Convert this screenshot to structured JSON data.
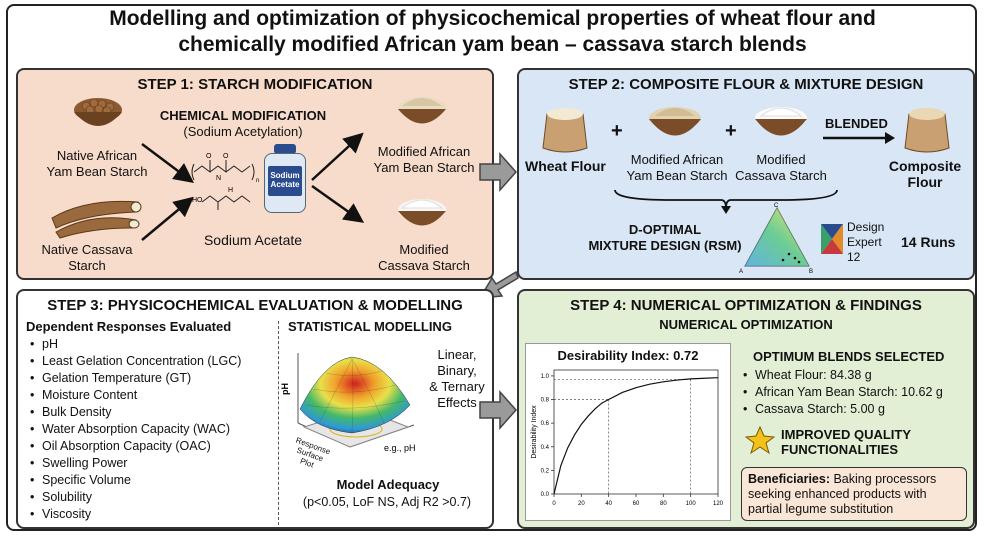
{
  "title": {
    "line1": "Modelling and optimization of physicochemical properties of wheat flour and",
    "line2": "chemically modified African yam bean – cassava starch blends"
  },
  "step1": {
    "title": "STEP 1: STARCH MODIFICATION",
    "chem_title": "CHEMICAL MODIFICATION",
    "chem_sub": "(Sodium Acetylation)",
    "native_ayb": "Native African\nYam Bean Starch",
    "native_cassava": "Native Cassava\nStarch",
    "reagent": "Sodium Acetate",
    "bottle_label": "Sodium\nAcetate",
    "mod_ayb": "Modified African\nYam Bean Starch",
    "mod_cassava": "Modified\nCassava Starch"
  },
  "step2": {
    "title": "STEP 2: COMPOSITE FLOUR & MIXTURE DESIGN",
    "wheat": "Wheat Flour",
    "plus": "+",
    "mod_ayb": "Modified African\nYam Bean Starch",
    "mod_cassava": "Modified\nCassava Starch",
    "blended": "BLENDED",
    "composite": "Composite\nFlour",
    "design": "D-OPTIMAL\nMIXTURE DESIGN (RSM)",
    "software": "Design\nExpert\n12",
    "runs": "14 Runs",
    "tri_labels": [
      "A",
      "B",
      "C"
    ]
  },
  "step3": {
    "title": "STEP 3: PHYSICOCHEMICAL EVALUATION & MODELLING",
    "responses_title": "Dependent Responses Evaluated",
    "responses": [
      "pH",
      "Least Gelation Concentration (LGC)",
      "Gelation Temperature (GT)",
      "Moisture Content",
      "Bulk Density",
      "Water Absorption Capacity (WAC)",
      "Oil Absorption Capacity (OAC)",
      "Swelling Power",
      "Specific Volume",
      "Solubility",
      "Viscosity"
    ],
    "stats_title": "STATISTICAL MODELLING",
    "effects": "Linear,\nBinary,\n& Ternary\nEffects",
    "plot_zlabel": "pH",
    "plot_caption": "Response Surface\nPlot",
    "plot_xlabel": "e.g., pH",
    "adequacy_title": "Model Adequacy",
    "adequacy": "(p<0.05, LoF NS, Adj R2 >0.7)"
  },
  "step4": {
    "title": "STEP 4: NUMERICAL OPTIMIZATION & FINDINGS",
    "subtitle": "NUMERICAL OPTIMIZATION",
    "desirability": "Desirability Index: 0.72",
    "optimum_title": "OPTIMUM BLENDS SELECTED",
    "blends": [
      "Wheat Flour: 84.38 g",
      "African Yam Bean Starch: 10.62 g",
      "Cassava Starch: 5.00 g"
    ],
    "improved": "IMPROVED QUALITY\nFUNCTIONALITIES",
    "beneficiaries_label": "Beneficiaries:",
    "beneficiaries_text": "Baking processors seeking enhanced products with partial legume substitution"
  },
  "chart_data": {
    "type": "line",
    "title": "Desirability Index: 0.72",
    "xlabel": "",
    "ylabel": "Desirability Index",
    "xlim": [
      0,
      120
    ],
    "ylim": [
      0,
      1.05
    ],
    "x_ticks": [
      0,
      20,
      40,
      60,
      80,
      100,
      120
    ],
    "y_ticks": [
      0.0,
      0.2,
      0.4,
      0.6,
      0.8,
      1.0
    ],
    "series": [
      {
        "x": [
          0,
          5,
          10,
          15,
          20,
          25,
          30,
          35,
          40,
          50,
          60,
          70,
          80,
          90,
          100,
          110,
          120
        ],
        "values": [
          0.0,
          0.24,
          0.39,
          0.5,
          0.59,
          0.66,
          0.72,
          0.77,
          0.8,
          0.86,
          0.9,
          0.93,
          0.95,
          0.965,
          0.975,
          0.98,
          0.985
        ]
      }
    ],
    "reference_points": [
      [
        40,
        0.8
      ],
      [
        100,
        0.97
      ]
    ]
  }
}
